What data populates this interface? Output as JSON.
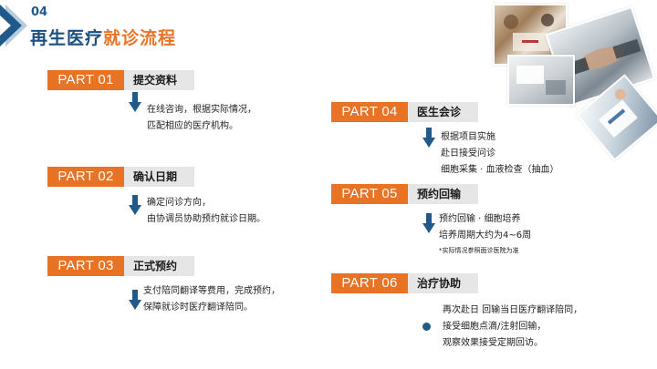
{
  "header": {
    "number": "04",
    "title_main": "再生医疗",
    "title_accent": "就诊流程"
  },
  "parts": [
    {
      "badge": "PART 01",
      "name": "提交资料",
      "lines": [
        "在线咨询，根据实际情况，",
        "匹配相应的医疗机构。"
      ]
    },
    {
      "badge": "PART 02",
      "name": "确认日期",
      "lines": [
        "确定问诊方向，",
        "由协调员协助预约就诊日期。"
      ]
    },
    {
      "badge": "PART 03",
      "name": "正式预约",
      "lines": [
        "支付陪同翻译等费用，完成预约，",
        "保障就诊时医疗翻译陪同。"
      ]
    },
    {
      "badge": "PART 04",
      "name": "医生会诊",
      "lines": [
        "根据项目实施",
        "赴日接受问诊",
        "细胞采集 · 血液检查（抽血）"
      ]
    },
    {
      "badge": "PART 05",
      "name": "预约回输",
      "lines": [
        "预约回输 · 细胞培养",
        "培养周期大约为4~6周"
      ],
      "note": "*实际情况参照面诊医院为准"
    },
    {
      "badge": "PART 06",
      "name": "治疗协助",
      "lines": [
        "再次赴日  回输当日医疗翻译陪同，",
        "接受细胞点滴/注射回输，",
        "观察效果接受定期回访。"
      ]
    }
  ],
  "colors": {
    "accent_orange": "#e97325",
    "primary_blue": "#1f5a8a",
    "label_gray": "#e6e6e6"
  },
  "images": [
    "meeting-photo",
    "handshake-photo",
    "office-desk-photo",
    "doctor-photo"
  ]
}
